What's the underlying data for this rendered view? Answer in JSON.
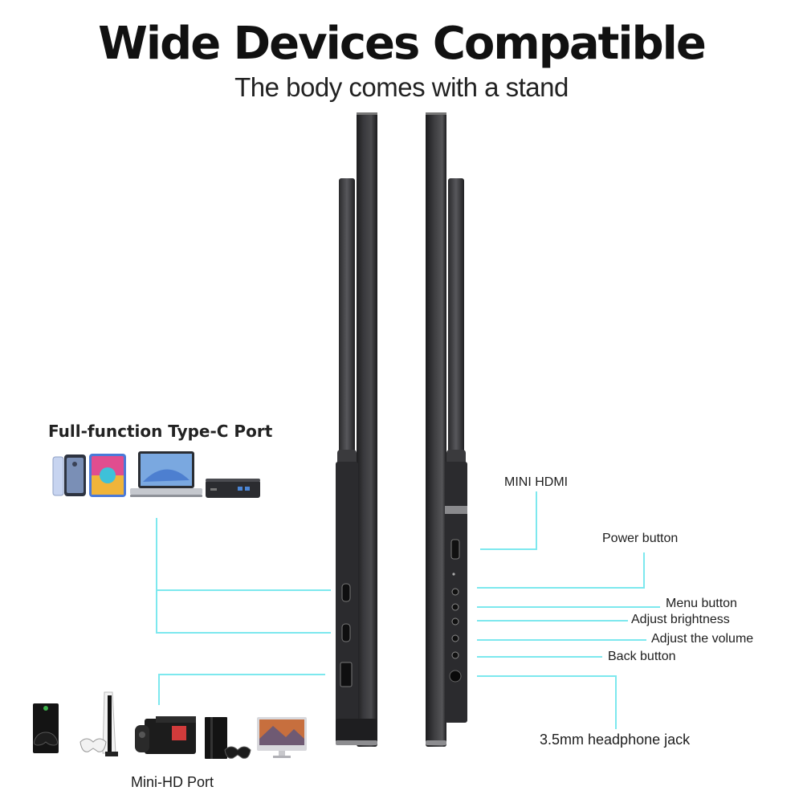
{
  "header": {
    "title": "Wide Devices Compatible",
    "subtitle": "The body comes with a stand"
  },
  "left_side": {
    "typec_label": "Full-function Type-C Port",
    "typec_devices": [
      "phone-icon",
      "tablet-icon",
      "laptop-icon",
      "mini-pc-icon"
    ],
    "minihd_label": "Mini-HD Port",
    "minihd_devices": [
      "xbox-console-icon",
      "ps5-console-icon",
      "switch-console-icon",
      "ps4-console-icon",
      "imac-icon"
    ]
  },
  "right_side": {
    "labels": {
      "mini_hdmi": "MINI HDMI",
      "power": "Power button",
      "menu": "Menu button",
      "brightness": "Adjust brightness",
      "volume": "Adjust the volume",
      "back": "Back button",
      "headphone": "3.5mm headphone jack"
    }
  },
  "colors": {
    "callout_line": "#7de8ee",
    "monitor_body": "#2c2c2e",
    "title_text": "#111111"
  }
}
